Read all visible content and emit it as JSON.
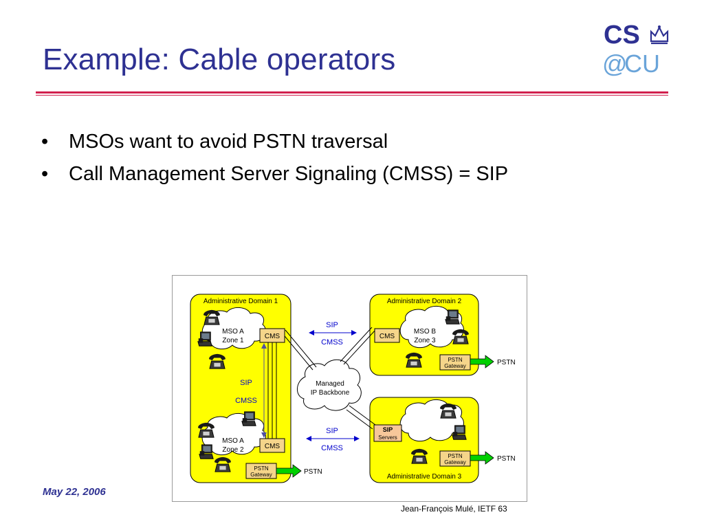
{
  "slide": {
    "title": "Example: Cable operators",
    "bullets": [
      "MSOs want to avoid PSTN traversal",
      "Call Management Server Signaling (CMSS) = SIP"
    ],
    "date": "May 22, 2006",
    "footer": "Jean-François Mulé, IETF 63"
  },
  "logo": {
    "cs": "CS",
    "at": "@",
    "cu": "CU"
  },
  "diagram": {
    "domain1": {
      "label": "Administrative Domain 1"
    },
    "domain2": {
      "label": "Administrative Domain 2"
    },
    "domain3": {
      "label": "Administrative Domain 3"
    },
    "zone_a1": {
      "line1": "MSO A",
      "line2": "Zone 1"
    },
    "zone_a2": {
      "line1": "MSO A",
      "line2": "Zone 2"
    },
    "zone_b3": {
      "line1": "MSO B",
      "line2": "Zone 3"
    },
    "cms": "CMS",
    "sip_servers": {
      "title": "SIP",
      "sub": "Servers"
    },
    "pstn_gateway": {
      "line1": "PSTN",
      "line2": "Gateway"
    },
    "pstn": "PSTN",
    "backbone": {
      "line1": "Managed",
      "line2": "IP Backbone"
    },
    "sip": "SIP",
    "cmss": "CMSS"
  },
  "colors": {
    "title": "#2e3192",
    "rule": "#d11f4d",
    "domain_fill": "#ffff00",
    "cms_fill": "#f5d58a",
    "sip_server_fill": "#f7c79a",
    "arrow": "#00d000",
    "link_arrow": "#0000cc"
  }
}
